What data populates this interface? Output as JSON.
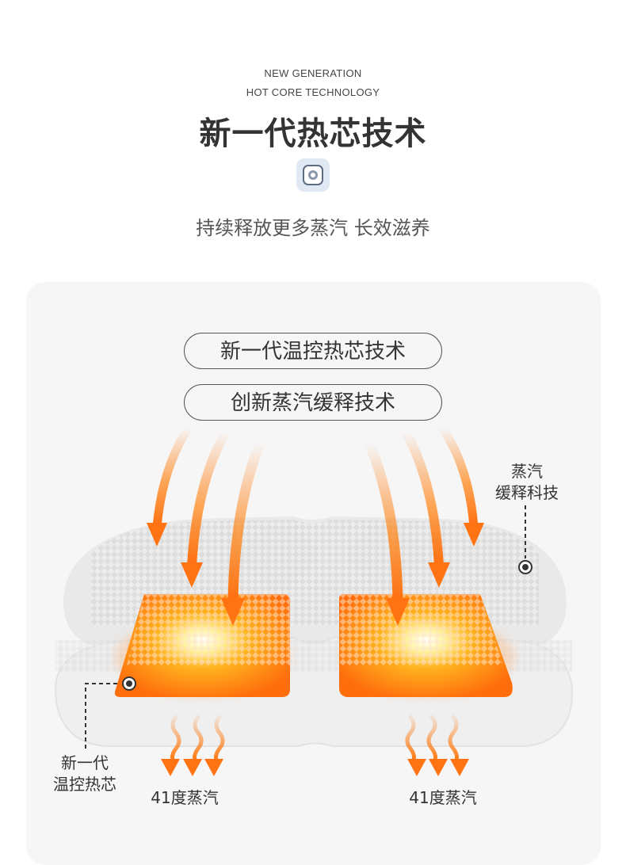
{
  "header": {
    "eyebrow_line1": "NEW GENERATION",
    "eyebrow_line2": "HOT CORE TECHNOLOGY",
    "title": "新一代热芯技术",
    "subtitle": "持续释放更多蒸汽 长效滋养"
  },
  "illustration": {
    "pill_1": "新一代温控热芯技术",
    "pill_2": "创新蒸汽缓释技术",
    "steam_label_line1": "蒸汽",
    "steam_label_line2": "缓释科技",
    "core_label_line1": "新一代",
    "core_label_line2": "温控热芯",
    "left_steam": "41度蒸汽",
    "right_steam": "41度蒸汽"
  },
  "colors": {
    "accent_orange": "#ff7a12",
    "badge_blue": "#dfe8f3",
    "panel_bg": "#f6f6f6"
  }
}
